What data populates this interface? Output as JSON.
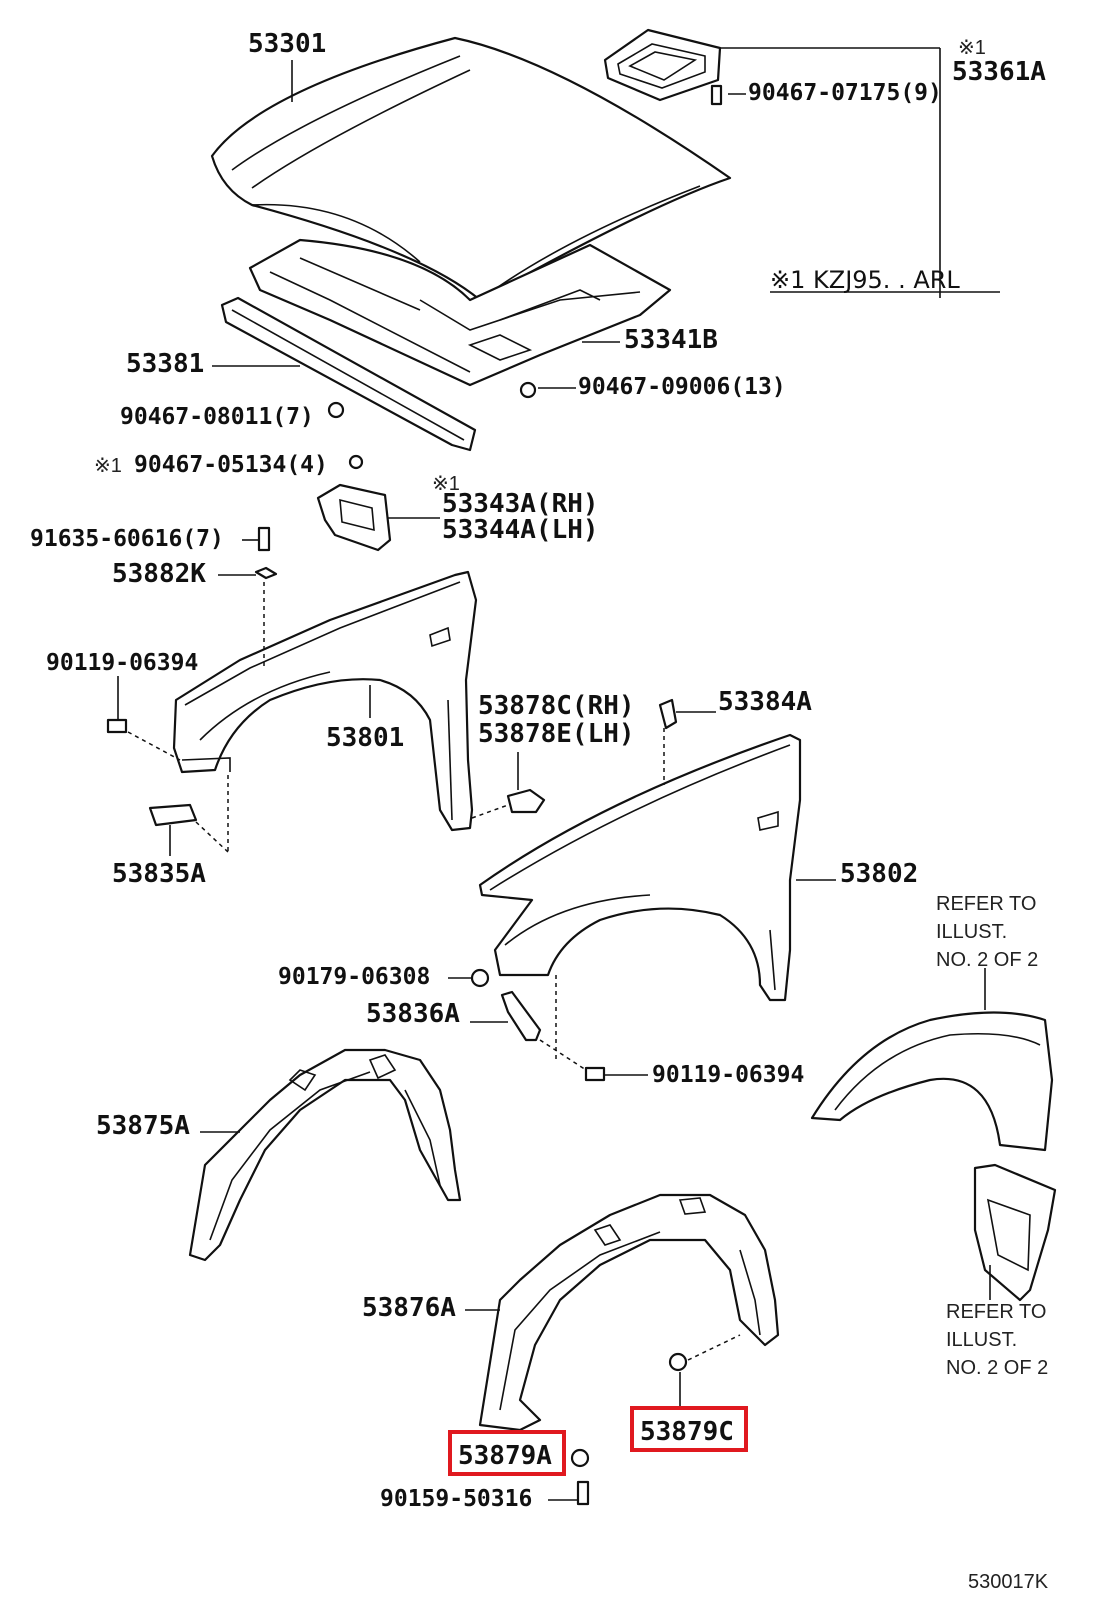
{
  "diagram": {
    "doc_code": "530017K",
    "note_star": "※1 KZJ95. . ARL",
    "highlight_color": "#e0191f",
    "labels": {
      "p53301": "53301",
      "p53361a": "53361A",
      "p53361a_star": "※1",
      "p90467_07175": "90467-07175(9)",
      "p53381": "53381",
      "p53341b": "53341B",
      "p90467_09006": "90467-09006(13)",
      "p90467_08011": "90467-08011(7)",
      "p90467_05134": "90467-05134(4)",
      "p90467_05134_star": "※1",
      "p53343a_star": "※1",
      "p53343a": "53343A(RH)",
      "p53344a": "53344A(LH)",
      "p91635_60616": "91635-60616(7)",
      "p53882k": "53882K",
      "p90119_06394_a": "90119-06394",
      "p53801": "53801",
      "p53878c": "53878C(RH)",
      "p53878e": "53878E(LH)",
      "p53384a": "53384A",
      "p53835a": "53835A",
      "p53802": "53802",
      "p90179_06308": "90179-06308",
      "p53836a": "53836A",
      "p90119_06394_b": "90119-06394",
      "p53875a": "53875A",
      "p53876a": "53876A",
      "p53879a": "53879A",
      "p53879c": "53879C",
      "p90159_50316": "90159-50316"
    },
    "refer_top": [
      "REFER TO",
      "ILLUST.",
      "NO. 2 OF 2"
    ],
    "refer_bottom": [
      "REFER TO",
      "ILLUST.",
      "NO. 2 OF 2"
    ]
  }
}
